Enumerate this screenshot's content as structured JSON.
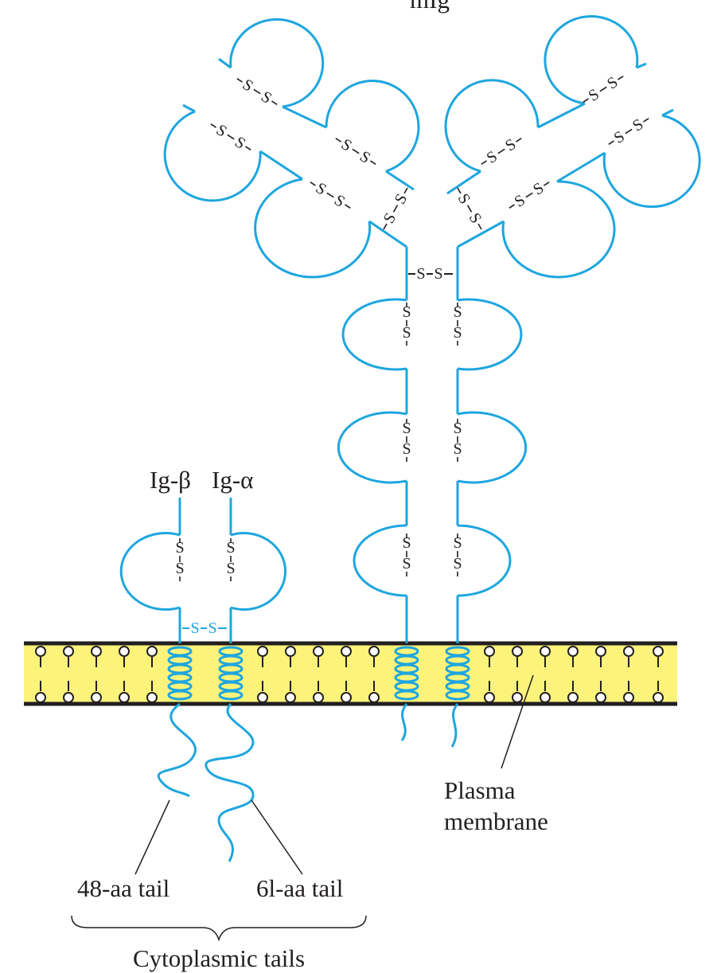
{
  "labels": {
    "top_label": "mIg",
    "ig_beta": "Ig-β",
    "ig_alpha": "Ig-α",
    "membrane": [
      "Plasma",
      "membrane"
    ],
    "tail_48": "48-aa tail",
    "tail_61": "6l-aa tail",
    "cytoplasmic": "Cytoplasmic tails",
    "disulfide": "S"
  },
  "colors": {
    "protein": "#1ea6df",
    "membrane_fill": "#fbf37a",
    "membrane_edge": "#231f20",
    "text": "#231f20"
  }
}
